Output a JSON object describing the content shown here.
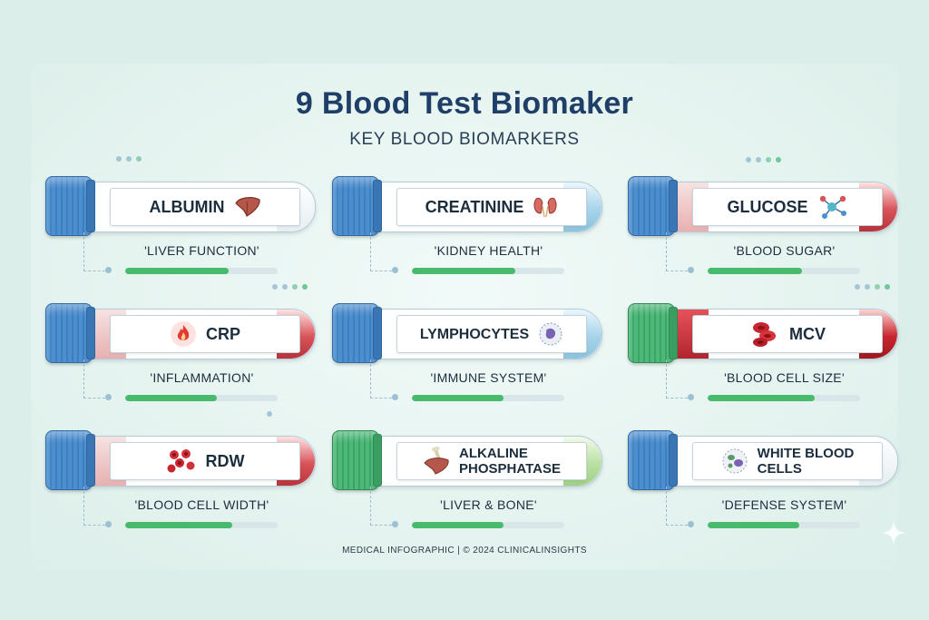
{
  "title": "9 Blood Test Biomaker",
  "subtitle": "KEY BLOOD BIOMARKERS",
  "footer": "MEDICAL INFOGRAPHIC | © 2024 CLINICALINSIGHTS",
  "colors": {
    "title": "#1f3f68",
    "progress": "#47bb6b",
    "cap_blue": "#4c8fcf",
    "cap_green": "#4db878",
    "liquid_red": "#d9545a"
  },
  "cards": [
    {
      "label": "ALBUMIN",
      "caption": "'LIVER FUNCTION'",
      "icon": "liver-icon",
      "progress": 0.68
    },
    {
      "label": "CREATININE",
      "caption": "'KIDNEY HEALTH'",
      "icon": "kidney-icon",
      "progress": 0.68
    },
    {
      "label": "GLUCOSE",
      "caption": "'BLOOD SUGAR'",
      "icon": "molecule-icon",
      "progress": 0.62
    },
    {
      "label": "CRP",
      "caption": "'INFLAMMATION'",
      "icon": "flame-icon",
      "progress": 0.6
    },
    {
      "label": "LYMPHOCYTES",
      "caption": "'IMMUNE SYSTEM'",
      "icon": "lymphocyte-cell-icon",
      "progress": 0.6
    },
    {
      "label": "MCV",
      "caption": "'BLOOD CELL SIZE'",
      "icon": "red-blood-cells-icon",
      "progress": 0.7
    },
    {
      "label": "RDW",
      "caption": "'BLOOD CELL WIDTH'",
      "icon": "red-blood-cells-icon",
      "progress": 0.7
    },
    {
      "label_line1": "ALKALINE",
      "label_line2": "PHOSPHATASE",
      "caption": "'LIVER & BONE'",
      "icon": "liver-bone-icon",
      "progress": 0.6
    },
    {
      "label_line1": "WHITE BLOOD",
      "label_line2": "CELLS",
      "caption": "'DEFENSE SYSTEM'",
      "icon": "white-blood-cells-icon",
      "progress": 0.6
    }
  ]
}
